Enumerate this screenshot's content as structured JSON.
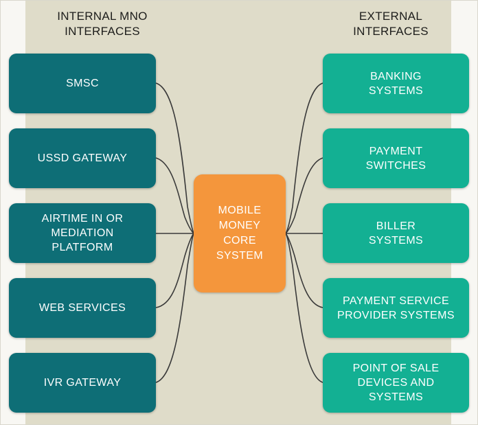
{
  "diagram": {
    "title_internal": "INTERNAL MNO\nINTERFACES",
    "title_external": "EXTERNAL\nINTERFACES",
    "core_label": "MOBILE\nMONEY\nCORE\nSYSTEM",
    "colors": {
      "internal_node": "#0e6e76",
      "external_node": "#13b093",
      "core_node": "#f4963c",
      "background_band": "#dfdcc9",
      "background_outer": "#f8f7f3",
      "connector": "#3a3a3a",
      "node_text": "#ffffff",
      "heading_text": "#1d1d1b"
    },
    "internal_interfaces": [
      {
        "label": "SMSC"
      },
      {
        "label": "USSD GATEWAY"
      },
      {
        "label": "AIRTIME IN OR\nMEDIATION\nPLATFORM"
      },
      {
        "label": "WEB SERVICES"
      },
      {
        "label": "IVR GATEWAY"
      }
    ],
    "external_interfaces": [
      {
        "label": "BANKING\nSYSTEMS"
      },
      {
        "label": "PAYMENT\nSWITCHES"
      },
      {
        "label": "BILLER\nSYSTEMS"
      },
      {
        "label": "PAYMENT SERVICE\nPROVIDER SYSTEMS"
      },
      {
        "label": "POINT OF SALE\nDEVICES AND\nSYSTEMS"
      }
    ]
  }
}
